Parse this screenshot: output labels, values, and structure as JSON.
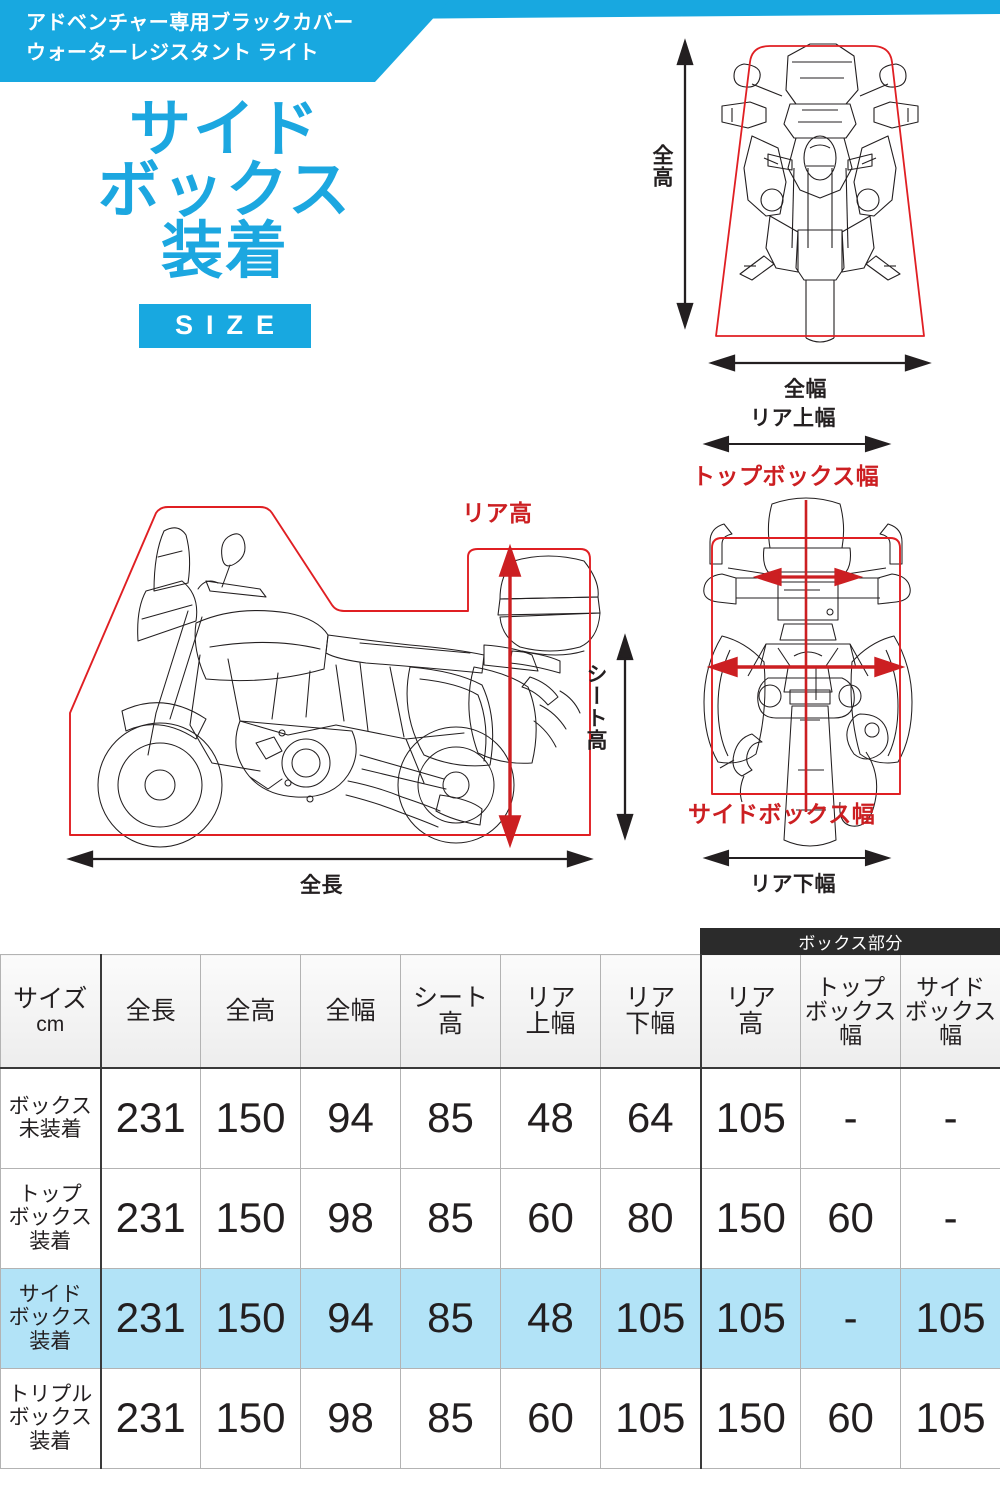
{
  "banner": {
    "text": "アドベンチャー専用ブラックカバー\nウォーターレジスタント ライト",
    "color": "#18a8e0"
  },
  "title": {
    "line1": "サイド",
    "line2": "ボックス",
    "line3": "装着",
    "badge": "SIZE",
    "color": "#1ca7e0"
  },
  "diagrams": {
    "front_view": {
      "name": "front-view",
      "height_label": "全高",
      "width_label": "全幅"
    },
    "side_view": {
      "name": "side-view",
      "rear_height_label": "リア高",
      "seat_height_label": "シート高",
      "length_label": "全長"
    },
    "rear_view": {
      "name": "rear-view",
      "rear_upper_width_label": "リア上幅",
      "top_box_width_label": "トップボックス幅",
      "side_box_width_label": "サイドボックス幅",
      "rear_lower_width_label": "リア下幅"
    }
  },
  "table": {
    "group_header": "ボックス部分",
    "headers": [
      {
        "main": "サイズ",
        "sub": "cm"
      },
      {
        "main": "全長",
        "sub": ""
      },
      {
        "main": "全高",
        "sub": ""
      },
      {
        "main": "全幅",
        "sub": ""
      },
      {
        "main": "シート\n高",
        "sub": ""
      },
      {
        "main": "リア\n上幅",
        "sub": ""
      },
      {
        "main": "リア\n下幅",
        "sub": ""
      },
      {
        "main": "リア\n高",
        "sub": ""
      },
      {
        "main": "トップ\nボックス\n幅",
        "sub": ""
      },
      {
        "main": "サイド\nボックス\n幅",
        "sub": ""
      }
    ],
    "rows": [
      {
        "label": "ボックス\n未装着",
        "highlighted": false,
        "values": [
          "231",
          "150",
          "94",
          "85",
          "48",
          "64",
          "105",
          "-",
          "-"
        ]
      },
      {
        "label": "トップ\nボックス\n装着",
        "highlighted": false,
        "values": [
          "231",
          "150",
          "98",
          "85",
          "60",
          "80",
          "150",
          "60",
          "-"
        ]
      },
      {
        "label": "サイド\nボックス\n装着",
        "highlighted": true,
        "values": [
          "231",
          "150",
          "94",
          "85",
          "48",
          "105",
          "105",
          "-",
          "105"
        ]
      },
      {
        "label": "トリプル\nボックス\n装着",
        "highlighted": false,
        "values": [
          "231",
          "150",
          "98",
          "85",
          "60",
          "105",
          "150",
          "60",
          "105"
        ]
      }
    ],
    "highlight_color": "#b2e3f7"
  }
}
